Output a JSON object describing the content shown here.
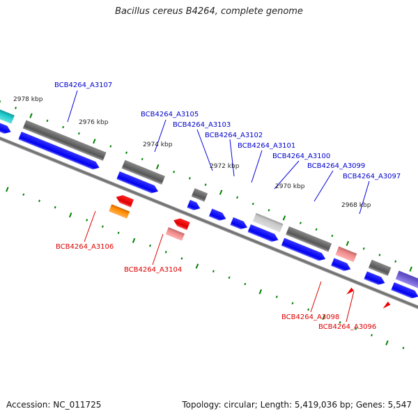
{
  "title": "Bacillus cereus B4264, complete genome",
  "footer": {
    "accession": "Accession: NC_011725",
    "summary": "Topology: circular; Length: 5,419,036 bp; Genes: 5,547"
  },
  "colors": {
    "forward_cds": "#0000ff",
    "reverse_cds": "#ff0000",
    "reverse_light": "#ee8080",
    "forward_gray": "#666666",
    "forward_lightgray": "#bbbbbb",
    "orange": "#ff8800",
    "cyan": "#22cccc",
    "purple": "#6a5acd",
    "tick": "#008000",
    "label_forward": "#0000cc",
    "label_reverse": "#dd0000"
  },
  "scale_labels": [
    "2978 kbp",
    "2976 kbp",
    "2974 kbp",
    "2972 kbp",
    "2970 kbp",
    "2968 kbp"
  ],
  "forward_labels": [
    "BCB4264_A3107",
    "BCB4264_A3105",
    "BCB4264_A3103",
    "BCB4264_A3102",
    "BCB4264_A3101",
    "BCB4264_A3100",
    "BCB4264_A3099",
    "BCB4264_A3097"
  ],
  "reverse_labels": [
    "BCB4264_A3106",
    "BCB4264_A3104",
    "BCB4264_A3098",
    "BCB4264_A3096"
  ]
}
